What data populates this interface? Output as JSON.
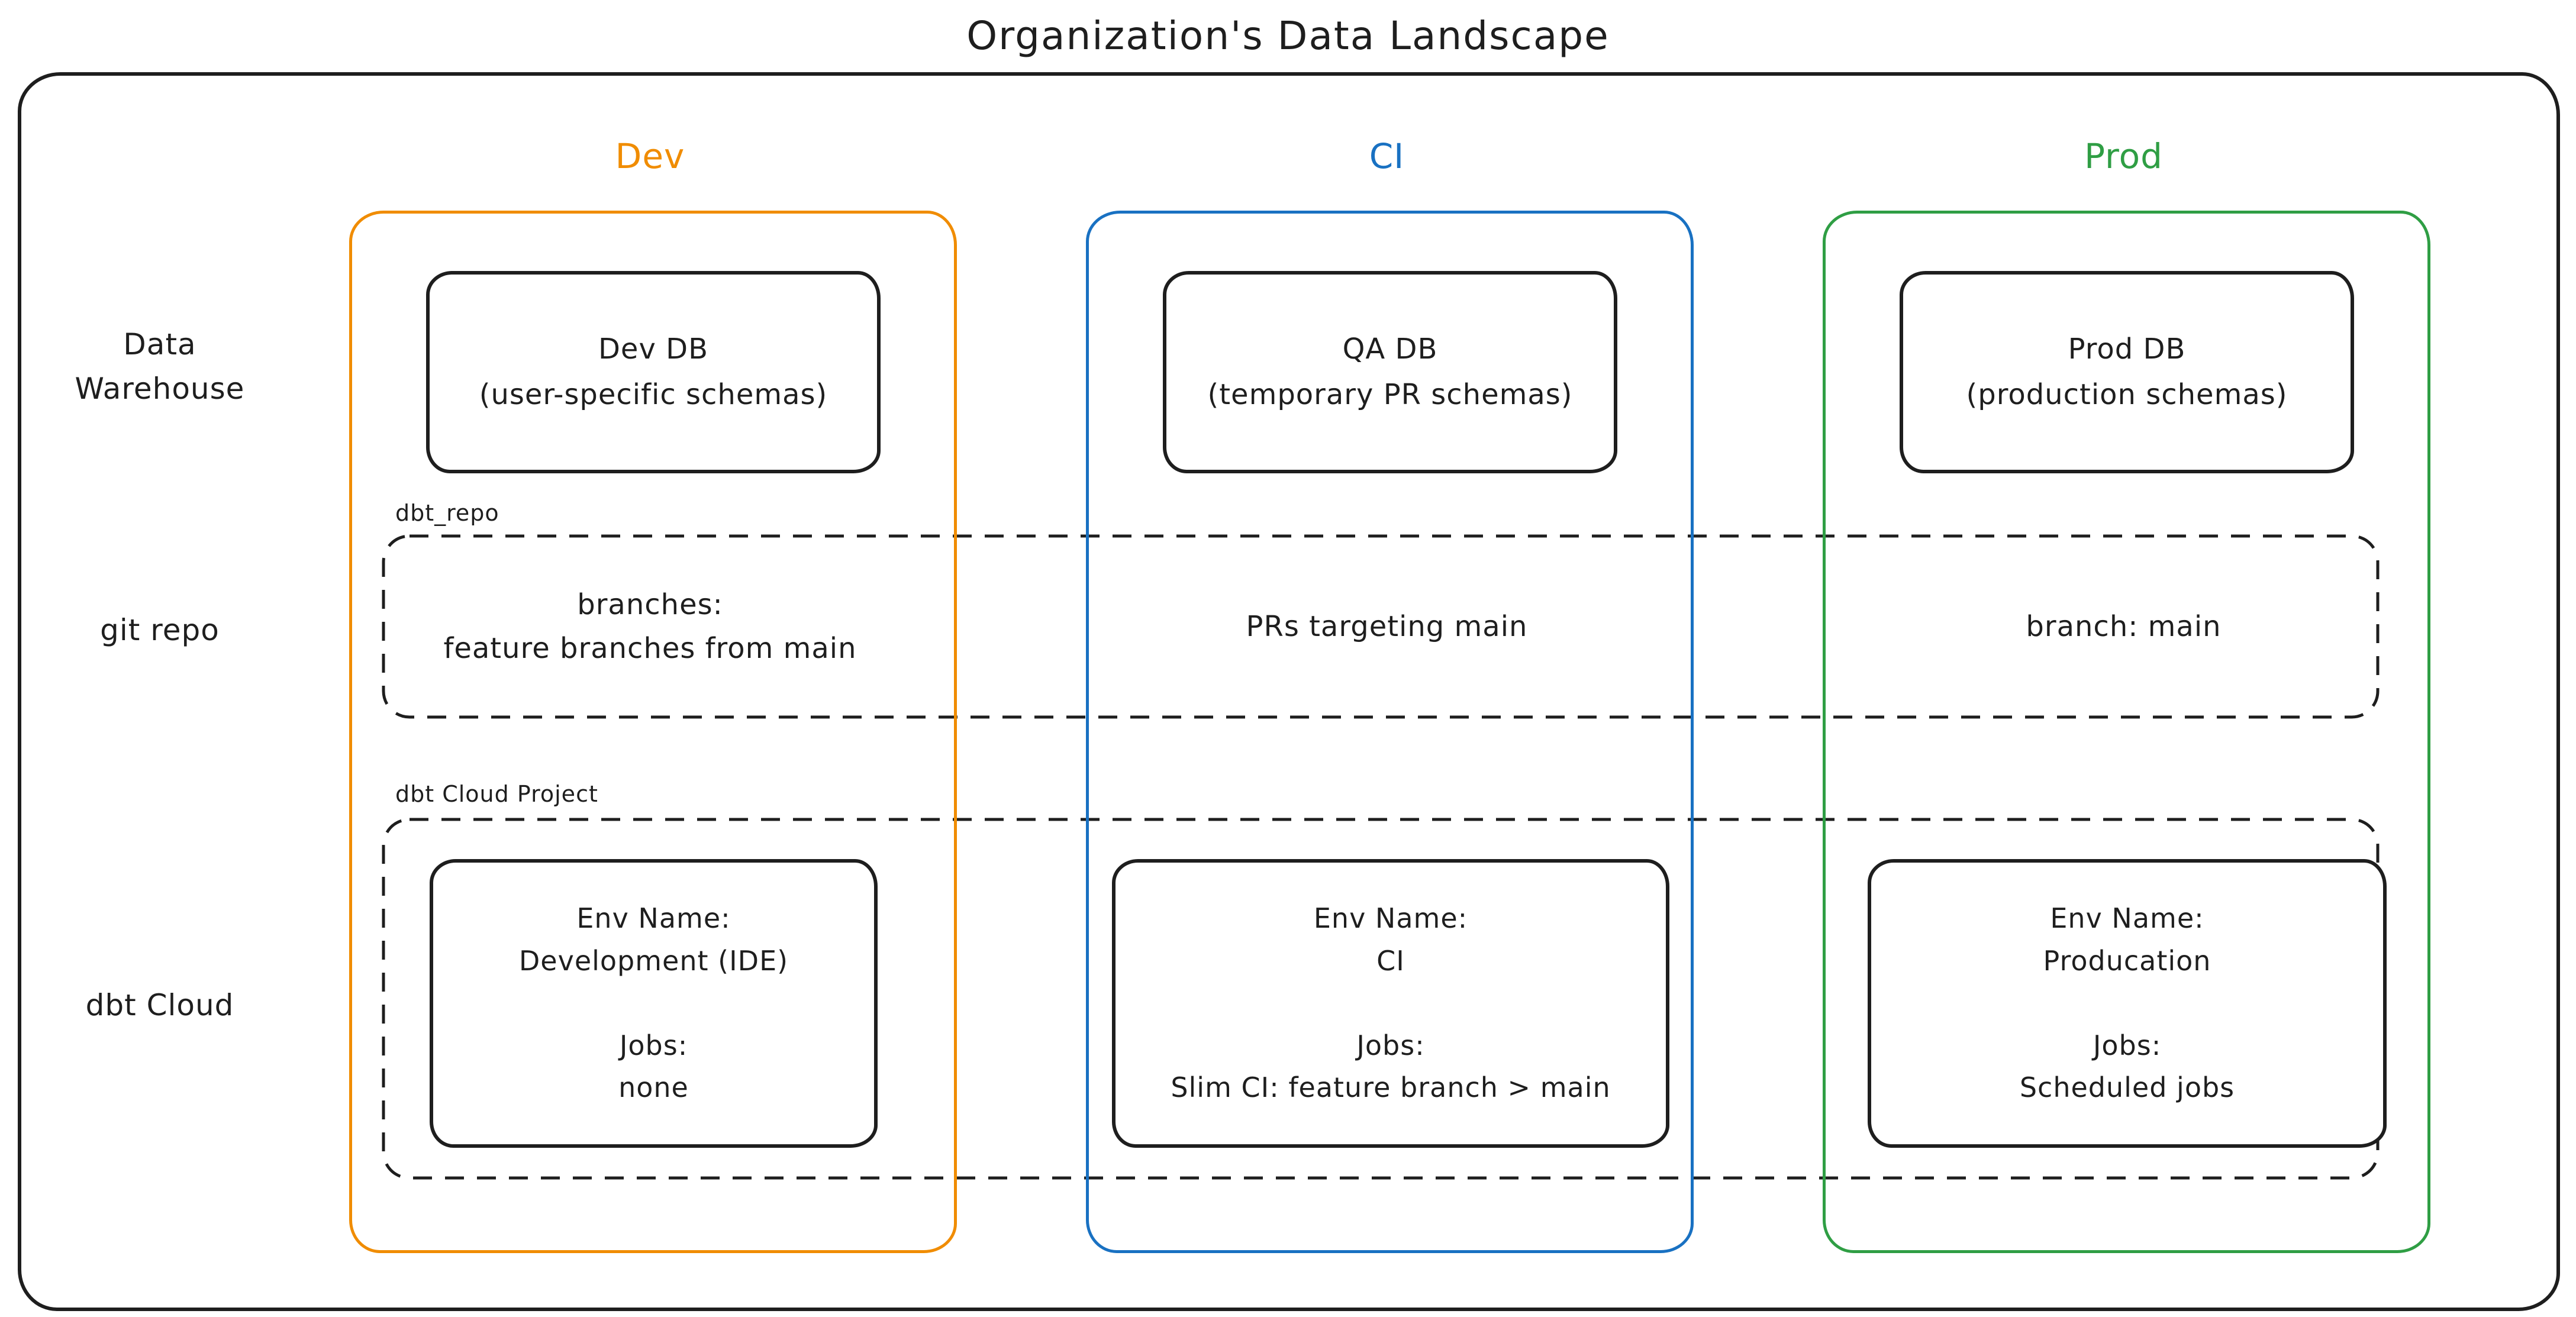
{
  "title": "Organization's Data Landscape",
  "colors": {
    "dev_accent": "#f08c00",
    "ci_accent": "#1971c2",
    "prod_accent": "#2f9e44",
    "ink": "#1e1e1e",
    "background": "#ffffff"
  },
  "rows": [
    {
      "line1": "Data",
      "line2": "Warehouse"
    },
    {
      "line1": "git repo"
    },
    {
      "line1": "dbt Cloud"
    }
  ],
  "overlays": {
    "git_repo_label": "dbt_repo",
    "dbt_project_label": "dbt Cloud Project"
  },
  "columns": [
    {
      "header": "Dev",
      "db": {
        "title": "Dev DB",
        "subtitle": "(user-specific schemas)"
      },
      "git": {
        "line1": "branches:",
        "line2": "feature branches from main"
      },
      "env": {
        "name_label": "Env Name:",
        "name": "Development (IDE)",
        "jobs_label": "Jobs:",
        "jobs": "none"
      }
    },
    {
      "header": "CI",
      "db": {
        "title": "QA DB",
        "subtitle": "(temporary PR schemas)"
      },
      "git": {
        "line1": "PRs targeting main",
        "line2": ""
      },
      "env": {
        "name_label": "Env Name:",
        "name": "CI",
        "jobs_label": "Jobs:",
        "jobs": "Slim CI: feature branch > main"
      }
    },
    {
      "header": "Prod",
      "db": {
        "title": "Prod DB",
        "subtitle": "(production schemas)"
      },
      "git": {
        "line1": "branch: main",
        "line2": ""
      },
      "env": {
        "name_label": "Env Name:",
        "name": "Producation",
        "jobs_label": "Jobs:",
        "jobs": "Scheduled jobs"
      }
    }
  ]
}
